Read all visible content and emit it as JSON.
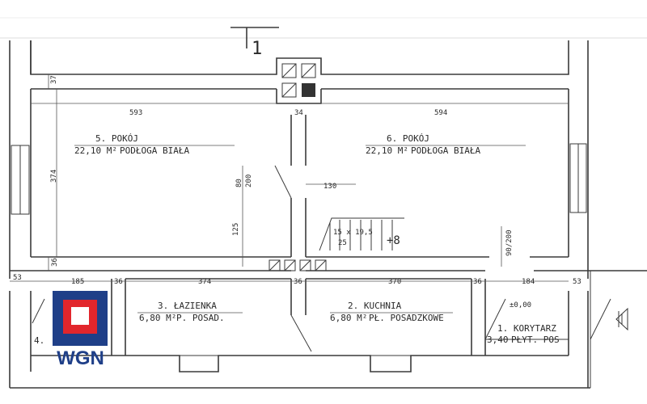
{
  "sheet_number": "1",
  "rooms": {
    "room5": {
      "title": "5. POKÓJ",
      "area": "22,10 M²",
      "floor": "PODŁOGA BIAŁA"
    },
    "room6": {
      "title": "6. POKÓJ",
      "area": "22,10 M²",
      "floor": "PODŁOGA BIAŁA"
    },
    "room3": {
      "title": "3. ŁAZIENKA",
      "area": "6,80 M²",
      "floor": "P. POSAD."
    },
    "room2": {
      "title": "2. KUCHNIA",
      "area": "6,80 M²",
      "floor": "PŁ. POSADZKOWE"
    },
    "room1": {
      "title": "1. KORYTARZ",
      "area": "3,40",
      "floor": "PŁYT. POS"
    },
    "room4": {
      "title": "4."
    }
  },
  "dimensions": {
    "top_wall": "37",
    "room5_width": "593",
    "room6_width": "594",
    "partition": "34",
    "height": "374",
    "mid_wall": "36",
    "window_80": "80",
    "window_200": "200",
    "dim_130": "130",
    "dim_125": "125",
    "stairs": "15 x 19,5",
    "stairs_count": "25",
    "stairs_mark": "+8",
    "door_90_200": "90/200",
    "left_53": "53",
    "dim_185": "185",
    "dim_36_left": "36",
    "dim_374_bottom": "374",
    "dim_36_mid": "36",
    "dim_370": "370",
    "dim_36_right": "36",
    "dim_184": "184",
    "right_53": "53",
    "level": "±0,00"
  },
  "logo": {
    "text": "WGN",
    "colors": {
      "blue": "#1f3f88",
      "red": "#e2262c"
    }
  }
}
